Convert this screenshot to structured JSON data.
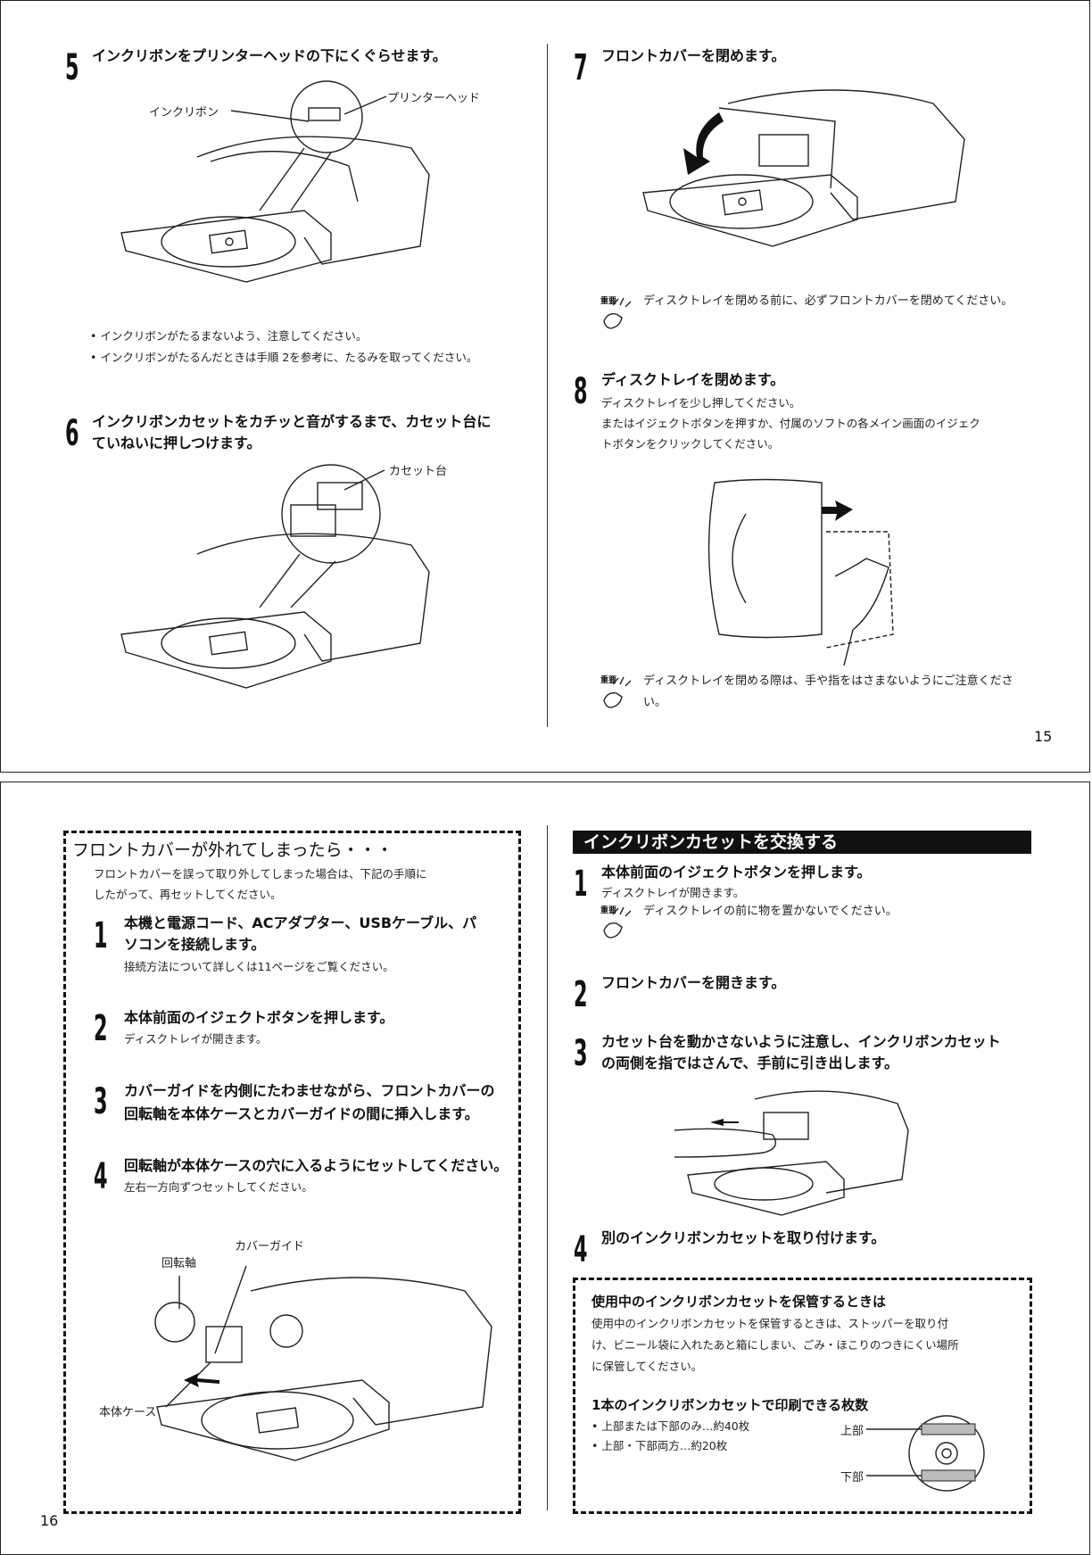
{
  "page15": {
    "number": "15",
    "step5": {
      "num": "5",
      "title": "インクリボンをプリンターヘッドの下にくぐらせます。",
      "callout_ribbon": "インクリボン",
      "callout_head": "プリンターヘッド",
      "bullets": [
        "• インクリボンがたるまないよう、注意してください。",
        "• インクリボンがたるんだときは手順 2を参考に、たるみを取ってください。"
      ]
    },
    "step6": {
      "num": "6",
      "title_line1": "インクリボンカセットをカチッと音がするまで、カセット台に",
      "title_line2": "ていねいに押しつけます。",
      "callout": "カセット台"
    },
    "step7": {
      "num": "7",
      "title": "フロントカバーを閉めます。",
      "important_label": "重要",
      "note": "ディスクトレイを閉める前に、必ずフロントカバーを閉めてください。"
    },
    "step8": {
      "num": "8",
      "title": "ディスクトレイを閉めます。",
      "sub1": "ディスクトレイを少し押してください。",
      "sub2": "またはイジェクトボタンを押すか、付属のソフトの各メイン画面のイジェク",
      "sub3": "トボタンをクリックしてください。",
      "important_label": "重要",
      "note_line1": "ディスクトレイを閉める際は、手や指をはさまないようにご注意くださ",
      "note_line2": "い。"
    }
  },
  "page16": {
    "number": "16",
    "left_box": {
      "title": "フロントカバーが外れてしまったら・・・",
      "intro1": "フロントカバーを誤って取り外してしまった場合は、下記の手順に",
      "intro2": "したがって、再セットしてください。",
      "s1": {
        "num": "1",
        "title1": "本機と電源コード、ACアダプター、USBケーブル、パ",
        "title2": "ソコンを接続します。",
        "sub": "接続方法について詳しくは11ページをご覧ください。"
      },
      "s2": {
        "num": "2",
        "title": "本体前面のイジェクトボタンを押します。",
        "sub": "ディスクトレイが開きます。"
      },
      "s3": {
        "num": "3",
        "title1": "カバーガイドを内側にたわませながら、フロントカバーの",
        "title2": "回転軸を本体ケースとカバーガイドの間に挿入します。"
      },
      "s4": {
        "num": "4",
        "title": "回転軸が本体ケースの穴に入るようにセットしてください。",
        "sub": "左右一方向ずつセットしてください。"
      },
      "callout_cover_guide": "カバーガイド",
      "callout_axis": "回転軸",
      "callout_case": "本体ケース"
    },
    "right": {
      "bar_title": "インクリボンカセットを交換する",
      "s1": {
        "num": "1",
        "title": "本体前面のイジェクトボタンを押します。",
        "sub": "ディスクトレイが開きます。",
        "important_label": "重要",
        "note": "ディスクトレイの前に物を置かないでください。"
      },
      "s2": {
        "num": "2",
        "title": "フロントカバーを開きます。"
      },
      "s3": {
        "num": "3",
        "title1": "カセット台を動かさないように注意し、インクリボンカセット",
        "title2": "の両側を指ではさんで、手前に引き出します。"
      },
      "s4": {
        "num": "4",
        "title": "別のインクリボンカセットを取り付けます。"
      },
      "box": {
        "head1": "使用中のインクリボンカセットを保管するときは",
        "body1": "使用中のインクリボンカセットを保管するときは、ストッパーを取り付",
        "body2": "け、ビニール袋に入れたあと箱にしまい、ごみ・ほこりのつきにくい場所",
        "body3": "に保管してください。",
        "head2": "1本のインクリボンカセットで印刷できる枚数",
        "li1": "• 上部または下部のみ…約40枚",
        "li2": "• 上部・下部両方…約20枚",
        "label_top": "上部",
        "label_bottom": "下部"
      }
    }
  }
}
